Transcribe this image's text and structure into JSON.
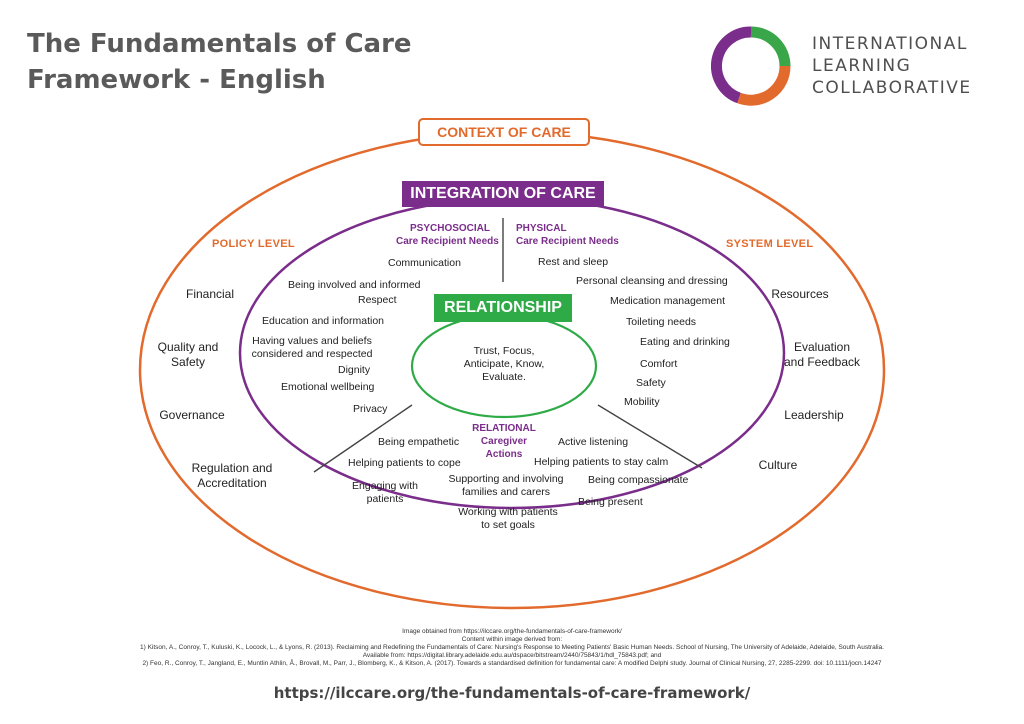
{
  "title": {
    "line1": "The Fundamentals of Care",
    "line2": "Framework - English"
  },
  "logo": {
    "line1": "INTERNATIONAL",
    "line2": "LEARNING",
    "line3": "COLLABORATIVE",
    "icon": "ring-logo-icon",
    "colors": [
      "#7a2d8a",
      "#e26a2c",
      "#3aa64a"
    ]
  },
  "context": {
    "label": "CONTEXT OF CARE",
    "color": "#e26a2c"
  },
  "integration": {
    "label": "INTEGRATION OF CARE",
    "color": "#7a2d8a"
  },
  "relationship": {
    "label": "RELATIONSHIP",
    "color": "#2eaa46",
    "center_text": [
      "Trust, Focus,",
      "Anticipate, Know,",
      "Evaluate."
    ]
  },
  "policy": {
    "label": "POLICY LEVEL",
    "items": [
      "Financial",
      "Quality and",
      "Safety",
      "Governance",
      "Regulation and",
      "Accreditation"
    ]
  },
  "system": {
    "label": "SYSTEM LEVEL",
    "items": [
      "Resources",
      "Evaluation",
      "and Feedback",
      "Leadership",
      "Culture"
    ]
  },
  "psychosocial": {
    "header1": "PSYCHOSOCIAL",
    "header2": "Care Recipient Needs",
    "items": [
      "Communication",
      "Being involved and informed",
      "Respect",
      "Education and information",
      "Having values and beliefs",
      "considered and respected",
      "Dignity",
      "Emotional wellbeing",
      "Privacy"
    ]
  },
  "physical": {
    "header1": "PHYSICAL",
    "header2": "Care Recipient Needs",
    "items": [
      "Rest and sleep",
      "Personal cleansing and dressing",
      "Medication management",
      "Toileting  needs",
      "Eating and drinking",
      "Comfort",
      "Safety",
      "Mobility"
    ]
  },
  "relational": {
    "header1": "RELATIONAL",
    "header2": "Caregiver",
    "header3": "Actions",
    "items": [
      "Being empathetic",
      "Active listening",
      "Helping patients to cope",
      "Helping patients to stay calm",
      "Supporting and involving",
      "families and carers",
      "Being compassionate",
      "Engaging with",
      "patients",
      "Being present",
      "Working with patients",
      "to set goals"
    ]
  },
  "footer": {
    "line1": "Image obtained from https://ilccare.org/the-fundamentals-of-care-framework/",
    "line2": "Content within image derived from:",
    "line3": "1) Kitson, A., Conroy, T., Kuluski, K., Locock, L., & Lyons, R. (2013). Reclaiming and Redefining the Fundamentals of Care: Nursing's Response to Meeting Patients' Basic Human Needs. School of Nursing, The University of Adelaide, Adelaide, South Australia.",
    "line4": "Available from: https://digital.library.adelaide.edu.au/dspace/bitstream/2440/75843/1/hdl_75843.pdf; and",
    "line5": "2) Feo, R., Conroy, T., Jangland, E., Muntlin Athlin, Å., Brovall, M., Parr, J., Blomberg, K., & Kitson, A. (2017). Towards a standardised definition for fundamental care: A modified Delphi study. Journal of Clinical Nursing, 27, 2285-2299. doi: 10.1111/jocn.14247",
    "url": "https://ilccare.org/the-fundamentals-of-care-framework/"
  }
}
